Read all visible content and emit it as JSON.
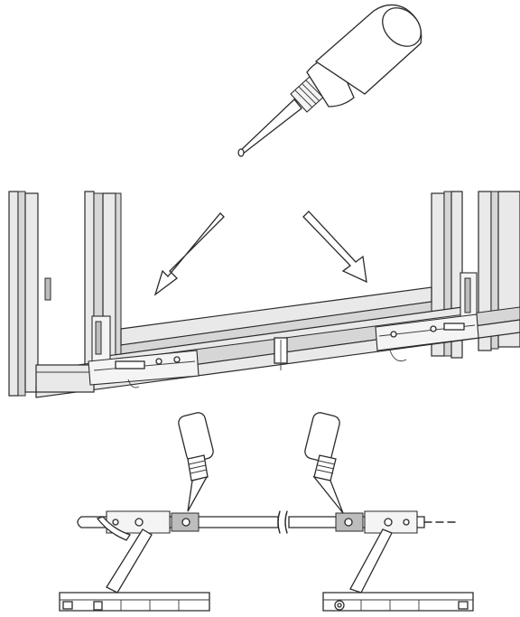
{
  "figure": {
    "background": "#ffffff",
    "line_color": "#2b2b2b",
    "frame_fill": "#e9e9e9",
    "panels": [
      {
        "name": "oil-bottle-panel",
        "icon": "oil-bottle-icon"
      },
      {
        "name": "window-frame-panel",
        "icons": [
          "arrow-down-left-icon",
          "arrow-down-right-icon",
          "hinge-bracket-icon"
        ]
      },
      {
        "name": "hinge-mechanism-panel",
        "icons": [
          "oil-bottle-icon",
          "oil-bottle-icon",
          "hinge-arm-icon"
        ]
      }
    ]
  }
}
